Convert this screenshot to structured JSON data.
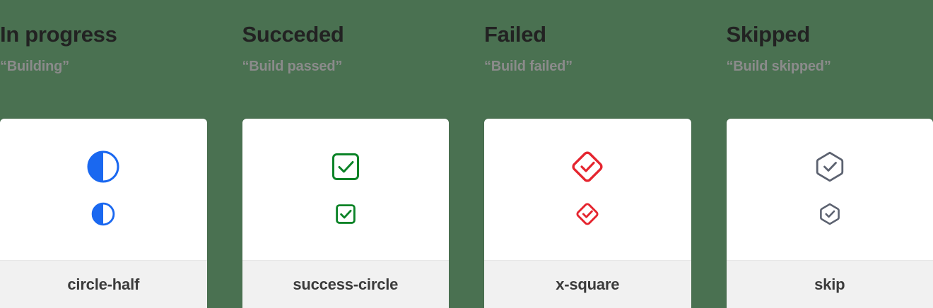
{
  "page": {
    "background_color": "#4a7151",
    "card_background": "#ffffff",
    "card_footer_background": "#f1f1f1",
    "title_color": "#222222",
    "subtitle_color": "#8b8b8b"
  },
  "columns": [
    {
      "title": "In progress",
      "subtitle": "“Building”",
      "icon_name": "circle-half-icon",
      "icon_label": "circle-half",
      "accent_color": "#1a68f0"
    },
    {
      "title": "Succeded",
      "subtitle": "“Build passed”",
      "icon_name": "success-circle-icon",
      "icon_label": "success-circle",
      "accent_color": "#0b8327"
    },
    {
      "title": "Failed",
      "subtitle": "“Build failed”",
      "icon_name": "x-square-icon",
      "icon_label": "x-square",
      "accent_color": "#e5252f"
    },
    {
      "title": "Skipped",
      "subtitle": "“Build skipped”",
      "icon_name": "skip-icon",
      "icon_label": "skip",
      "accent_color": "#5c6270"
    }
  ]
}
